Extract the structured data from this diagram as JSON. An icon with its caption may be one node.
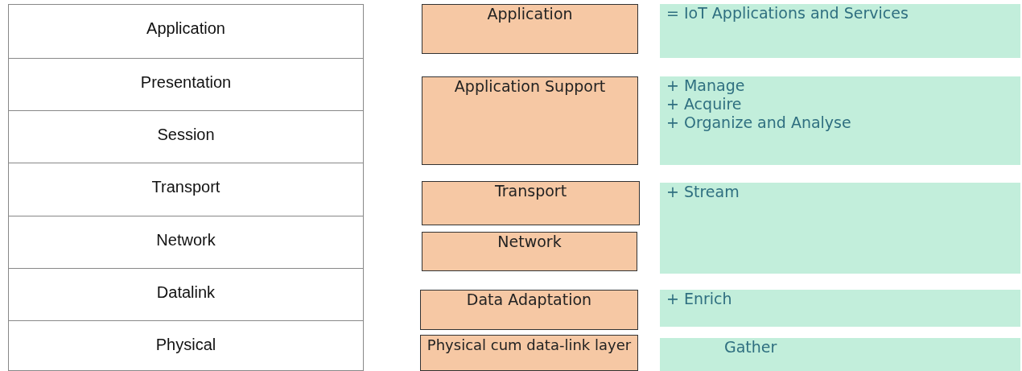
{
  "diagram": {
    "nodes": [
      {
        "text": [
          "Application"
        ]
      },
      {
        "text": [
          "Presentation"
        ]
      },
      {
        "text": [
          "Session"
        ]
      },
      {
        "text": [
          "Transport"
        ]
      },
      {
        "text": [
          "Network"
        ]
      },
      {
        "text": [
          "Datalink"
        ]
      },
      {
        "text": [
          "Physical"
        ]
      },
      {
        "text": [
          "Application"
        ]
      },
      {
        "text": [
          "Application Support"
        ]
      },
      {
        "text": [
          "Transport"
        ]
      },
      {
        "text": [
          "Network"
        ]
      },
      {
        "text": [
          "Data Adaptation"
        ]
      },
      {
        "text": [
          "Physical cum data-link layer"
        ]
      },
      {
        "text": [
          "= IoT Applications and Services"
        ]
      },
      {
        "text": [
          "+ Manage",
          "+ Acquire",
          "+ Organize and Analyse"
        ]
      },
      {
        "text": [
          "+ Stream"
        ]
      },
      {
        "text": [
          "+ Enrich"
        ]
      },
      {
        "text": [
          "Gather"
        ]
      }
    ]
  }
}
